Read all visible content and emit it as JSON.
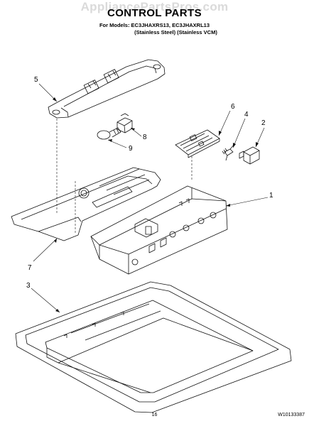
{
  "watermark": "AppliancePartsPros.com",
  "header": {
    "title": "CONTROL PARTS",
    "models_line1": "For Models: EC3JHAXRS13, EC3JHAXRL13",
    "models_line2": "(Stainless Steel)   (Stainless VCM)"
  },
  "callouts": [
    "5",
    "6",
    "4",
    "2",
    "8",
    "9",
    "1",
    "7",
    "3"
  ],
  "footer": {
    "page_number": "16",
    "doc_number": "W10133387"
  }
}
